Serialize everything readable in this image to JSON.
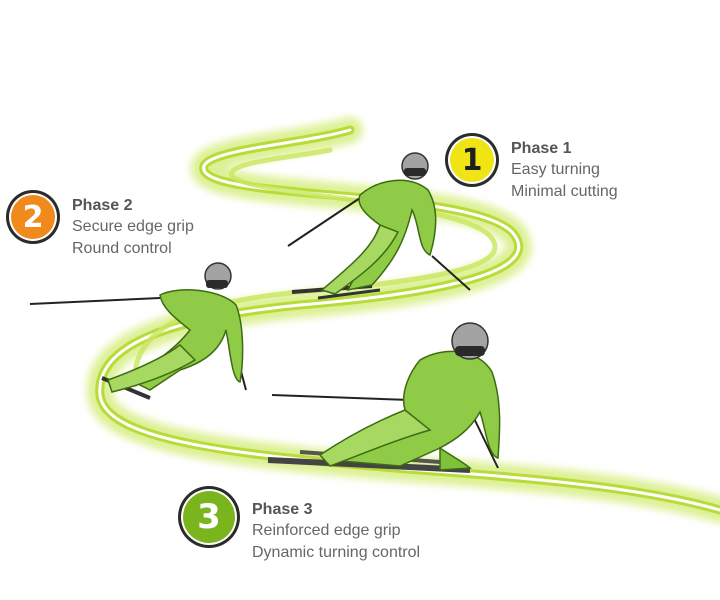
{
  "colors": {
    "track": "#b7dc3a",
    "track_glow": "#d9ef8a",
    "skier": "#7fc23a",
    "phase1_badge": "#f1e414",
    "phase2_badge": "#f08a1c",
    "phase3_badge": "#7ab51d"
  },
  "phases": [
    {
      "number": "1",
      "title": "Phase 1",
      "lines": [
        "Easy turning",
        "Minimal cutting"
      ]
    },
    {
      "number": "2",
      "title": "Phase 2",
      "lines": [
        "Secure edge grip",
        "Round control"
      ]
    },
    {
      "number": "3",
      "title": "Phase 3",
      "lines": [
        "Reinforced edge grip",
        "Dynamic turning control"
      ]
    }
  ]
}
